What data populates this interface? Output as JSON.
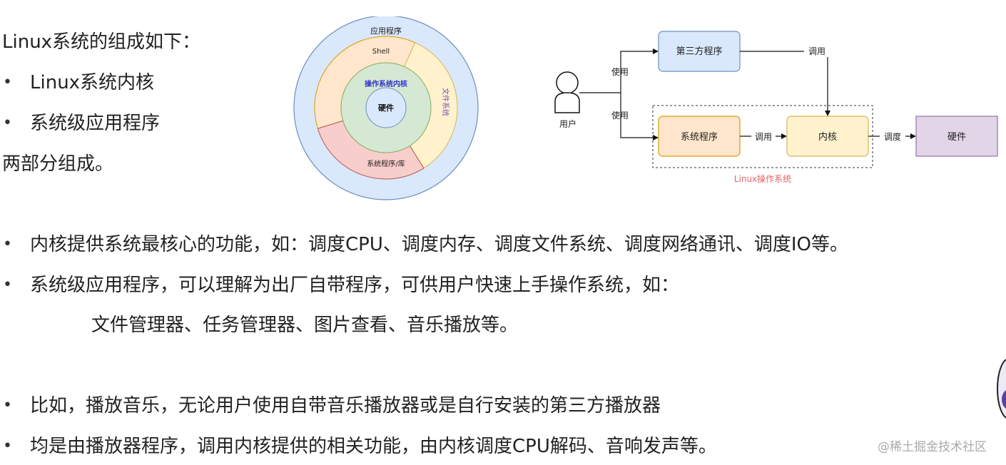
{
  "intro": {
    "heading": "Linux系统的组成如下：",
    "bullets": [
      "Linux系统内核",
      "系统级应用程序"
    ],
    "closing": "两部分组成。"
  },
  "layers_diagram": {
    "outer_label": "应用程序",
    "shell_label": "Shell",
    "filesystem_label": "文件系统",
    "syslib_label": "系统程序/库",
    "kernel_label": "操作系统内核",
    "hardware_label": "硬件",
    "colors": {
      "outer": "#dae8fc",
      "shell": "#ffe6cc",
      "filesystem": "#fff2cc",
      "syslib": "#f8cecc",
      "kernel": "#d5e8d4",
      "hardware": "#dae8fc",
      "kernel_text": "#3333cc",
      "filesystem_text": "#7a55bf"
    }
  },
  "flow_diagram": {
    "user_label": "用户",
    "use_top": "使用",
    "use_bottom": "使用",
    "third_party": "第三方程序",
    "call_top": "调用",
    "system_program": "系统程序",
    "call_mid": "调用",
    "kernel": "内核",
    "schedule": "调度",
    "hardware": "硬件",
    "linux_os": "Linux操作系统",
    "colors": {
      "third_party_fill": "#dae8fc",
      "third_party_stroke": "#6c8ebf",
      "system_fill": "#ffe6cc",
      "system_stroke": "#d79b00",
      "kernel_fill": "#fff2cc",
      "kernel_stroke": "#d6b656",
      "hardware_fill": "#e1d5e7",
      "hardware_stroke": "#9673a6",
      "linux_os_text": "#e06666"
    }
  },
  "notes": [
    "内核提供系统最核心的功能，如：调度CPU、调度内存、调度文件系统、调度网络通讯、调度IO等。",
    "系统级应用程序，可以理解为出厂自带程序，可供用户快速上手操作系统，如：",
    "文件管理器、任务管理器、图片查看、音乐播放等。",
    "比如，播放音乐，无论用户使用自带音乐播放器或是自行安装的第三方播放器",
    "均是由播放器程序，调用内核提供的相关功能，由内核调度CPU解码、音响发声等。"
  ],
  "watermark": "@稀土掘金技术社区"
}
